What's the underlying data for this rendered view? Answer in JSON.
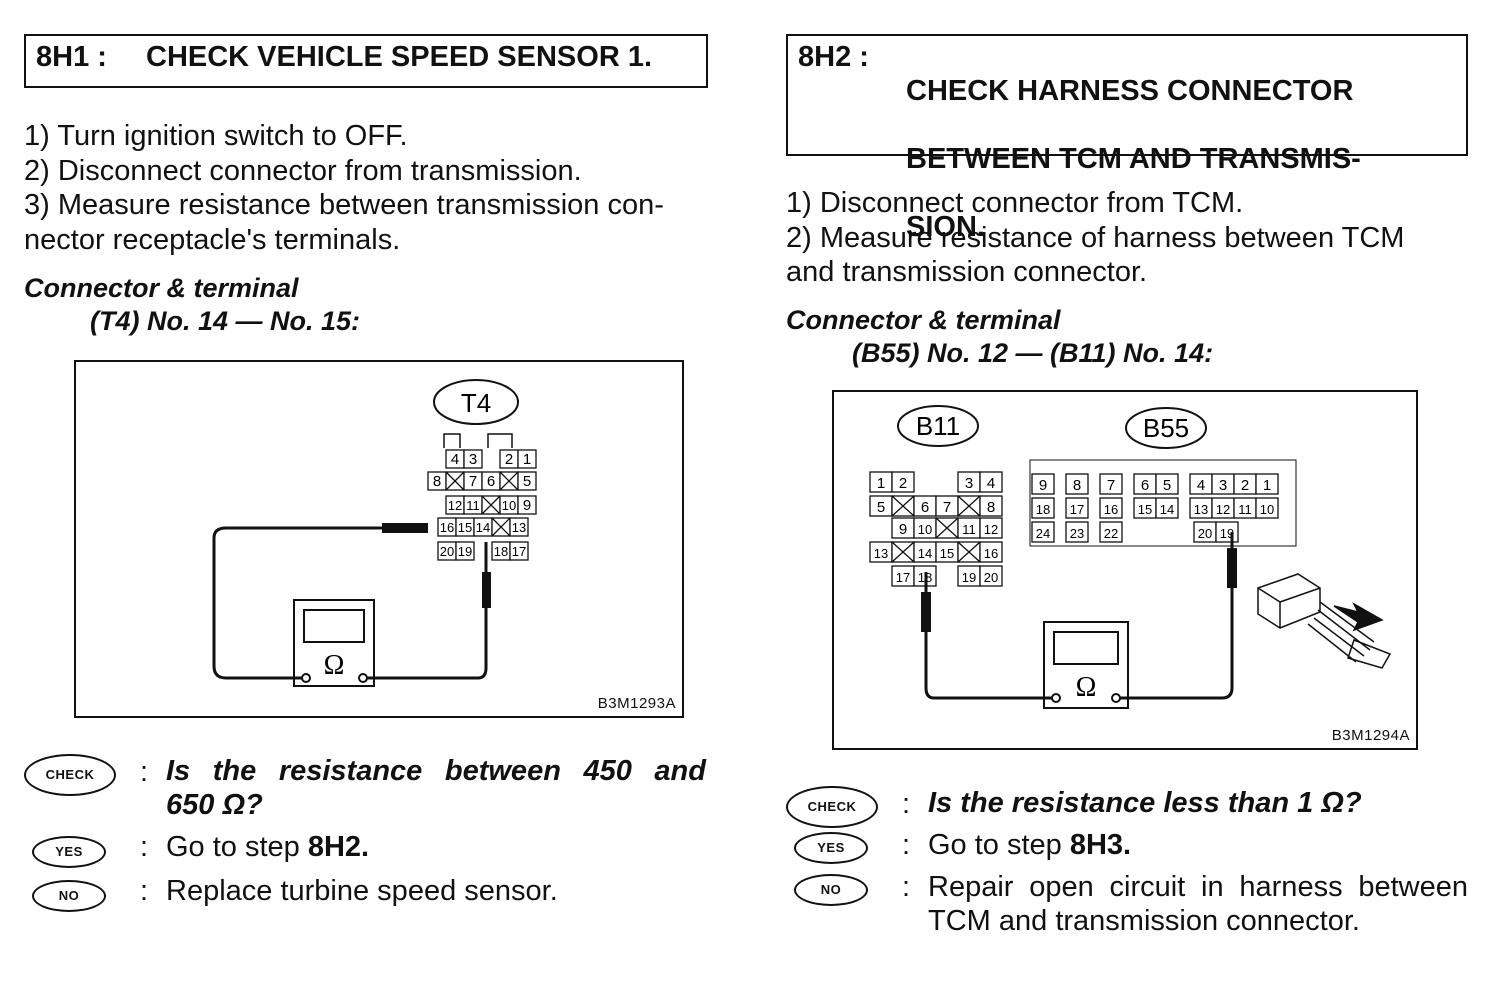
{
  "left": {
    "step": {
      "number": "8H1 :",
      "title": "CHECK VEHICLE SPEED SENSOR 1."
    },
    "instructions": [
      "1)  Turn ignition switch to OFF.",
      "2)  Disconnect connector from transmission.",
      "3)  Measure resistance between transmission con-nector receptacle's terminals."
    ],
    "instruction_3_line1": "3)  Measure resistance between transmission con-",
    "instruction_3_line2": "nector receptacle's terminals.",
    "connector_heading": "Connector & terminal",
    "connector_terminal": "(T4) No. 14 — No. 15:",
    "figure": {
      "connector_id": "T4",
      "code": "B3M1293A",
      "rows": [
        [
          "4",
          "3",
          "",
          "2",
          "1"
        ],
        [
          "8",
          "X",
          "7",
          "6",
          "X",
          "5"
        ],
        [
          "12",
          "11",
          "X",
          "10",
          "9"
        ],
        [
          "16",
          "15",
          "14",
          "X",
          "13"
        ],
        [
          "20",
          "19",
          "",
          "18",
          "17"
        ]
      ]
    },
    "check": {
      "badge": "CHECK",
      "text": "Is the resistance between 450 and 650 Ω?",
      "line1": "Is the resistance between 450 and",
      "line2": "650 Ω?"
    },
    "yes": {
      "badge": "YES",
      "prefix": "Go to step ",
      "step": "8H2."
    },
    "no": {
      "badge": "NO",
      "text": "Replace turbine speed sensor."
    }
  },
  "right": {
    "step": {
      "number": "8H2 :",
      "title_lines": [
        "CHECK HARNESS CONNECTOR",
        "BETWEEN TCM AND TRANSMIS-",
        "SION."
      ]
    },
    "instructions": [
      "1)  Disconnect connector from TCM.",
      "2)  Measure resistance of harness between TCM and transmission connector."
    ],
    "instruction_2_line1": "2)  Measure resistance of harness between TCM",
    "instruction_2_line2": "and transmission connector.",
    "connector_heading": "Connector & terminal",
    "connector_terminal": "(B55) No. 12 — (B11) No. 14:",
    "figure": {
      "connector_a": "B11",
      "connector_b": "B55",
      "code": "B3M1294A"
    },
    "check": {
      "badge": "CHECK",
      "text": "Is the resistance less than 1 Ω?"
    },
    "yes": {
      "badge": "YES",
      "prefix": "Go to step ",
      "step": "8H3."
    },
    "no": {
      "badge": "NO",
      "line1": "Repair open circuit in harness between",
      "line2": "TCM and transmission connector."
    }
  },
  "symbols": {
    "ohm": "Ω"
  }
}
